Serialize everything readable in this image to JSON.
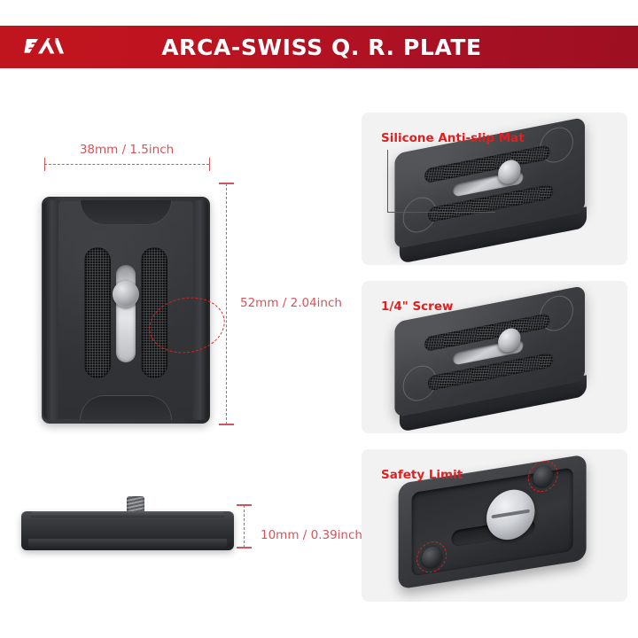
{
  "header": {
    "title": "ARCA-SWISS Q. R. PLATE",
    "logo_name": "ea-brand-logo",
    "bg_color_left": "#c0141e",
    "bg_color_right": "#9d0f22",
    "text_color": "#ffffff"
  },
  "dimensions": {
    "accent_color": "#d4545a",
    "width_label": "38mm / 1.5inch",
    "height_label": "52mm / 2.04inch",
    "thickness_label": "10mm / 0.39inch"
  },
  "product": {
    "top_view_name": "quick-release-plate-top-view",
    "side_view_name": "quick-release-plate-side-view"
  },
  "feature_panels": [
    {
      "label": "Silicone Anti-slip Mat",
      "image_name": "plate-angled-view-anti-slip-mat",
      "highlight": "leader-line"
    },
    {
      "label": "1/4\" Screw",
      "image_name": "plate-angled-view-quarter-inch-screw",
      "highlight": "dashed-ellipse"
    },
    {
      "label": "Safety Limit",
      "image_name": "plate-underside-view-safety-limit",
      "highlight": "dashed-circles"
    }
  ],
  "callout_color": "#e02020",
  "panel_bg_color": "#f2f2f2"
}
